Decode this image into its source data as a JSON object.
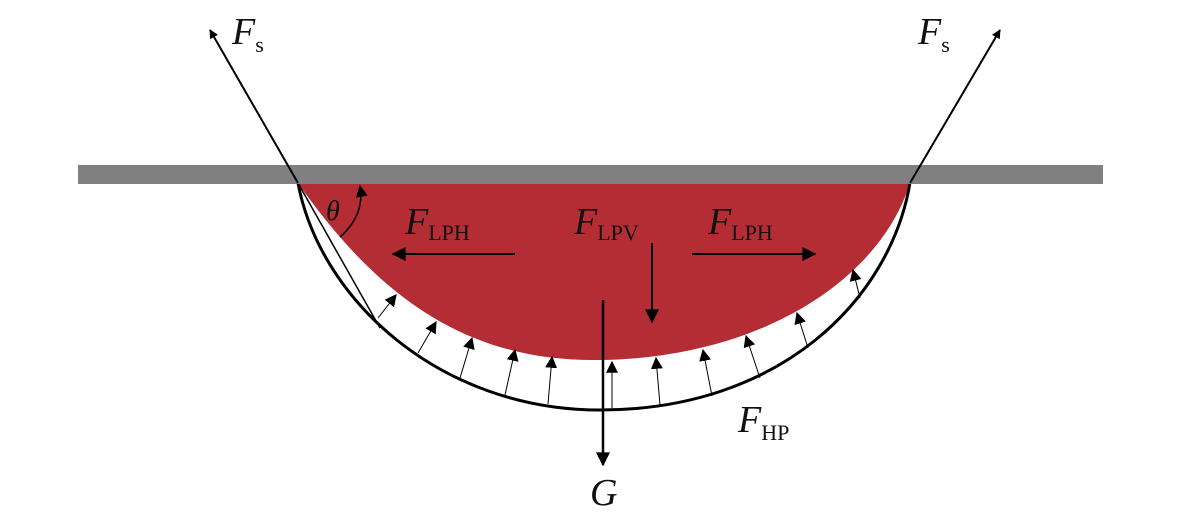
{
  "labels": {
    "fs_left": {
      "main": "F",
      "sub": "s"
    },
    "fs_right": {
      "main": "F",
      "sub": "s"
    },
    "flph_left": {
      "main": "F",
      "sub": "LPH"
    },
    "flpv": {
      "main": "F",
      "sub": "LPV"
    },
    "flph_right": {
      "main": "F",
      "sub": "LPH"
    },
    "fhp": {
      "main": "F",
      "sub": "HP"
    },
    "g": "G",
    "theta": "θ"
  },
  "colors": {
    "plate": "#808083",
    "droplet": "#b52d34",
    "arrow": "#000000",
    "outline": "#000000"
  }
}
